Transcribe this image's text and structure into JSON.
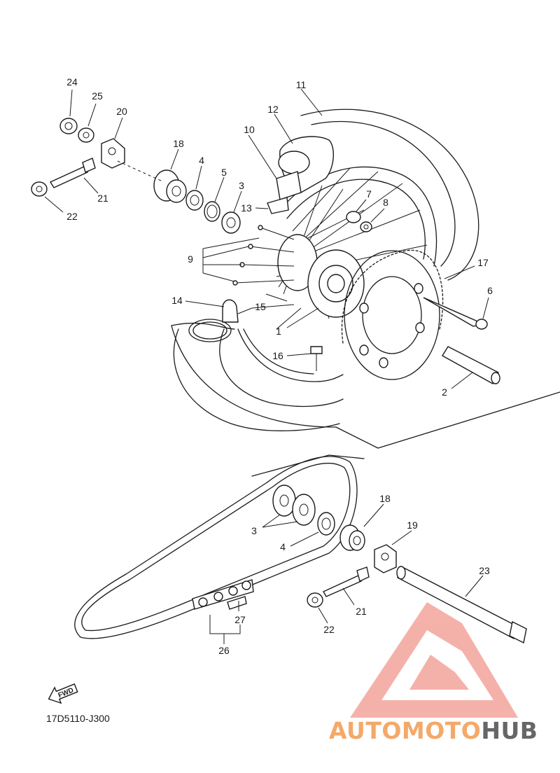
{
  "diagram": {
    "drawing_code": "17D5110-J300",
    "fwd_marker": {
      "text": "FWD",
      "icon": "fwd-arrow-icon"
    },
    "callouts": [
      {
        "id": "24",
        "label": "24"
      },
      {
        "id": "25",
        "label": "25"
      },
      {
        "id": "20",
        "label": "20"
      },
      {
        "id": "18a",
        "label": "18"
      },
      {
        "id": "4a",
        "label": "4"
      },
      {
        "id": "5",
        "label": "5"
      },
      {
        "id": "3a",
        "label": "3"
      },
      {
        "id": "21a",
        "label": "21"
      },
      {
        "id": "22a",
        "label": "22"
      },
      {
        "id": "11",
        "label": "11"
      },
      {
        "id": "12",
        "label": "12"
      },
      {
        "id": "10",
        "label": "10"
      },
      {
        "id": "13",
        "label": "13"
      },
      {
        "id": "7",
        "label": "7"
      },
      {
        "id": "8",
        "label": "8"
      },
      {
        "id": "9",
        "label": "9"
      },
      {
        "id": "17",
        "label": "17"
      },
      {
        "id": "6",
        "label": "6"
      },
      {
        "id": "14",
        "label": "14"
      },
      {
        "id": "15",
        "label": "15"
      },
      {
        "id": "1",
        "label": "1"
      },
      {
        "id": "16",
        "label": "16"
      },
      {
        "id": "2",
        "label": "2"
      },
      {
        "id": "18b",
        "label": "18"
      },
      {
        "id": "3b",
        "label": "3"
      },
      {
        "id": "4b",
        "label": "4"
      },
      {
        "id": "19",
        "label": "19"
      },
      {
        "id": "23",
        "label": "23"
      },
      {
        "id": "21b",
        "label": "21"
      },
      {
        "id": "22b",
        "label": "22"
      },
      {
        "id": "27",
        "label": "27"
      },
      {
        "id": "26",
        "label": "26"
      }
    ]
  },
  "watermark": {
    "part1": "AUTOMOTO",
    "part2": "HUB",
    "color_primary": "#f08a80",
    "color_secondary": "#f6c27a",
    "color_dark": "#555555"
  }
}
